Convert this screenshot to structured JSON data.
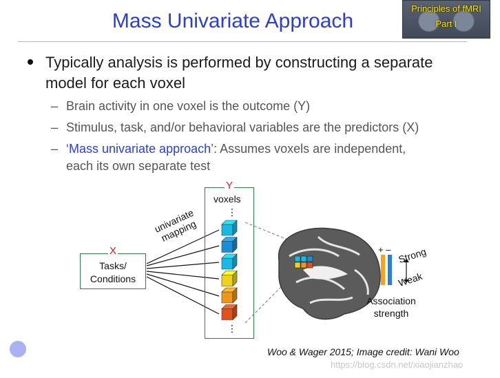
{
  "slide": {
    "title": "Mass Univariate Approach",
    "badge": {
      "line1": "Principles of fMRI",
      "line2": "Part I"
    },
    "bullet": "Typically analysis is performed by constructing a separate model for each voxel",
    "subbullets": {
      "dash": "–",
      "s1": "Brain activity in one voxel is the outcome (Y)",
      "s2": "Stimulus, task, and/or behavioral variables are the predictors (X)",
      "s3_quote_open": "‘",
      "s3_link": "Mass univariate approach",
      "s3_quote_close": "’",
      "s3_rest": ": Assumes voxels are independent,",
      "s3_line2": "each its own separate test"
    }
  },
  "figure": {
    "x_letter": "X",
    "x_box": {
      "line1": "Tasks/",
      "line2": "Conditions"
    },
    "y_letter": "Y",
    "voxels_label": "voxels",
    "ellipsis": "⋮",
    "mapping_label": {
      "line1": "univariate",
      "line2": "mapping"
    },
    "voxel_colors": [
      "#19b9e6",
      "#1a8fd8",
      "#19b9e6",
      "#f0d21e",
      "#f29516",
      "#e2521a"
    ],
    "brain_voxel_colors": [
      "#19b9e6",
      "#19b9e6",
      "#1a8fd8",
      "#f0d21e",
      "#f29516",
      "#e2521a"
    ],
    "legend": {
      "plus": "+",
      "minus": "–",
      "strong": "Strong",
      "weak": "Weak",
      "assoc_line1": "Association",
      "assoc_line2": "strength",
      "positive_color": "#f2a516",
      "negative_color": "#2a7fd4"
    }
  },
  "citation": "Woo & Wager 2015; Image credit: Wani Woo",
  "watermark": "https://blog.csdn.net/xiaojianzhao"
}
